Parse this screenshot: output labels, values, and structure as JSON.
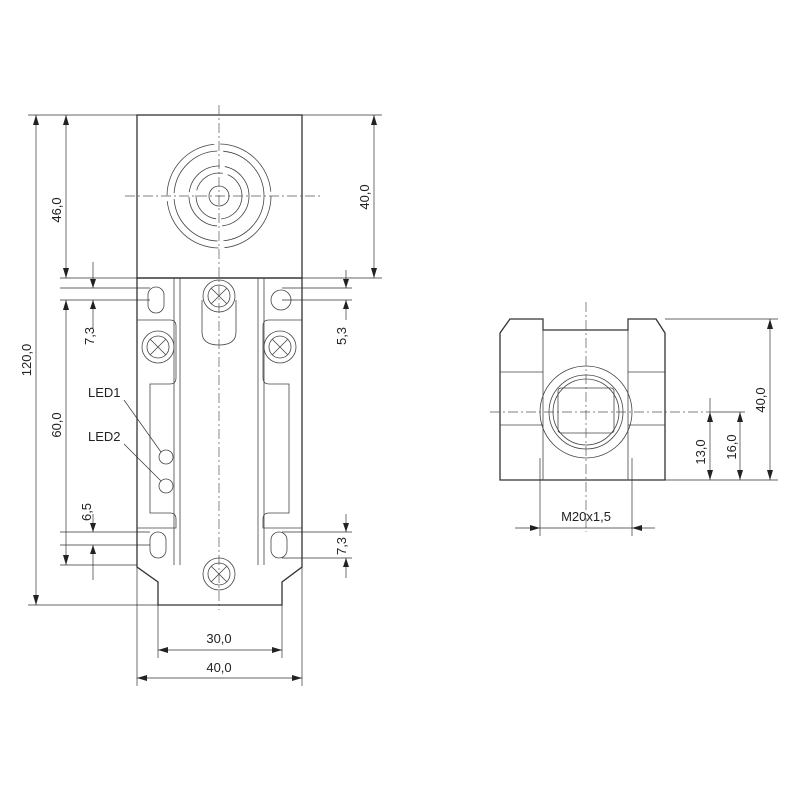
{
  "front_view": {
    "dims": {
      "total_height": "120,0",
      "head_height": "46,0",
      "head_width_v": "40,0",
      "lower_section": "60,0",
      "top_hole_offset": "7,3",
      "bolt_offset": "5,3",
      "bottom_hole_offset_left": "6,5",
      "bottom_hole_offset_right": "7,3",
      "base_width": "30,0",
      "overall_width": "40,0"
    },
    "labels": {
      "led1": "LED1",
      "led2": "LED2"
    }
  },
  "side_view": {
    "dims": {
      "height": "40,0",
      "axis_16": "16,0",
      "axis_13": "13,0",
      "thread": "M20x1,5"
    }
  },
  "colors": {
    "line": "#333333",
    "background": "#ffffff"
  }
}
